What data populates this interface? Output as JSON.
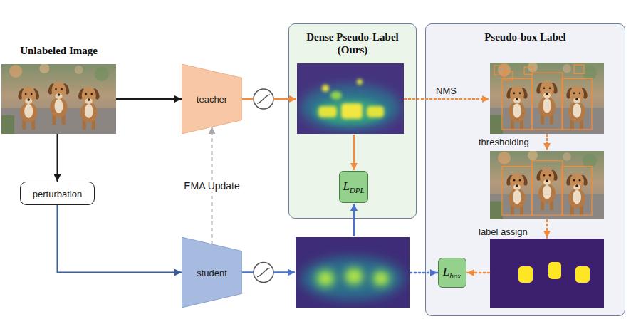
{
  "diagram": {
    "nodes": [
      {
        "text": [
          "Unlabeled Image"
        ]
      },
      {
        "text": [
          "perturbation"
        ]
      },
      {
        "text": [
          "teacher"
        ]
      },
      {
        "text": [
          "student"
        ]
      },
      {
        "text": [
          "Dense Pseudo-Label (Ours)"
        ]
      },
      {
        "text": [
          "L",
          "DPL"
        ],
        "in": 4
      },
      {
        "text": [
          "Pseudo-box Label"
        ]
      },
      {
        "text": [
          "L",
          "box"
        ],
        "in": 6
      }
    ],
    "edges": [
      {
        "from": 0,
        "to": 2,
        "arrow": "to"
      },
      {
        "from": 0,
        "to": 1,
        "arrow": "to"
      },
      {
        "from": 1,
        "to": 3,
        "arrow": "to"
      },
      {
        "from": 3,
        "to": 2,
        "label": "EMA Update",
        "arrow": "to"
      }
    ],
    "labels": [
      "NMS",
      "thresholding",
      "label assign"
    ]
  }
}
